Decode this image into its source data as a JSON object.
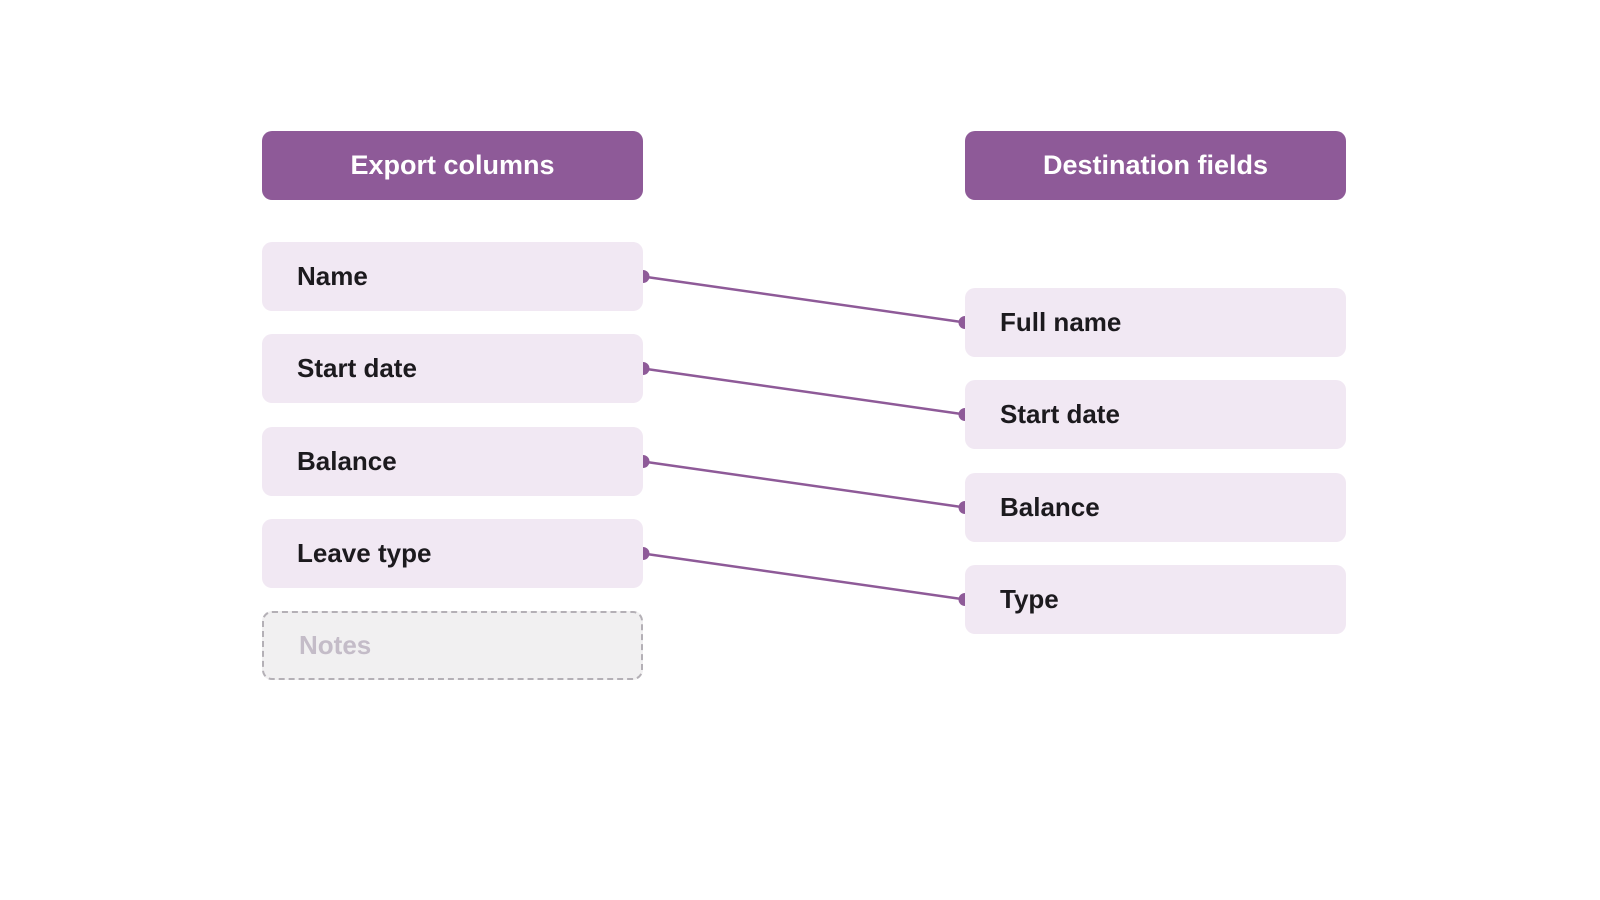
{
  "colors": {
    "accent": "#8e5a98",
    "field_bg": "#f1e8f3",
    "unmapped_bg": "#f1f0f1",
    "unmapped_border": "#b4b0b6",
    "unmapped_text": "#c4bcc8",
    "text": "#1c1a1e"
  },
  "source": {
    "title": "Export columns",
    "items": [
      {
        "label": "Name",
        "mapped": true
      },
      {
        "label": "Start date",
        "mapped": true
      },
      {
        "label": "Balance",
        "mapped": true
      },
      {
        "label": "Leave type",
        "mapped": true
      },
      {
        "label": "Notes",
        "mapped": false
      }
    ]
  },
  "destination": {
    "title": "Destination fields",
    "items": [
      {
        "label": "Full name"
      },
      {
        "label": "Start date"
      },
      {
        "label": "Balance"
      },
      {
        "label": "Type"
      }
    ]
  },
  "mappings": [
    {
      "from": 0,
      "to": 0
    },
    {
      "from": 1,
      "to": 1
    },
    {
      "from": 2,
      "to": 2
    },
    {
      "from": 3,
      "to": 3
    }
  ]
}
